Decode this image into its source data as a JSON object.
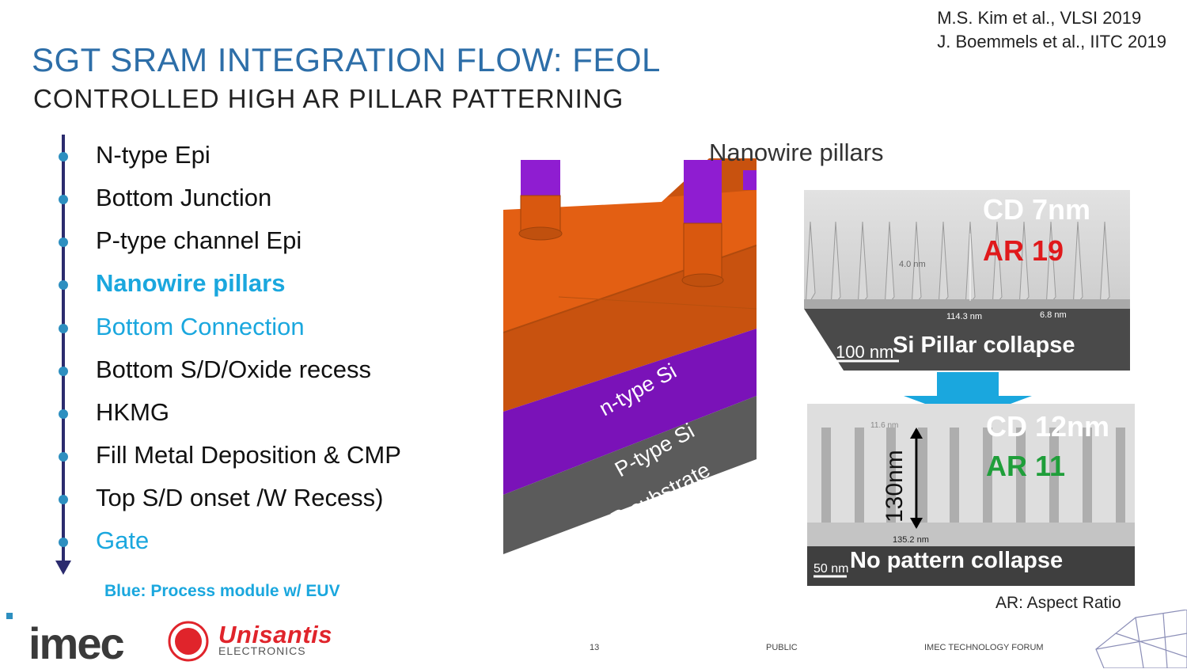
{
  "references": [
    "M.S. Kim et al.,  VLSI 2019",
    "J. Boemmels et al., IITC 2019"
  ],
  "title": "SGT SRAM INTEGRATION FLOW: FEOL",
  "subtitle": "CONTROLLED HIGH AR PILLAR PATTERNING",
  "steps": [
    {
      "label": "N-type Epi",
      "highlight": false
    },
    {
      "label": "Bottom Junction",
      "highlight": false
    },
    {
      "label": "P-type channel Epi",
      "highlight": false
    },
    {
      "label": "Nanowire pillars",
      "highlight": true
    },
    {
      "label": "Bottom Connection",
      "highlight": true
    },
    {
      "label": "Bottom S/D/Oxide recess",
      "highlight": false
    },
    {
      "label": "HKMG",
      "highlight": false
    },
    {
      "label": "Fill Metal Deposition & CMP",
      "highlight": false
    },
    {
      "label": "Top S/D onset /W Recess)",
      "highlight": false
    },
    {
      "label": "Gate",
      "highlight": true
    }
  ],
  "legend_note": "Blue: Process module w/ EUV",
  "diagram": {
    "caption": "Nanowire pillars",
    "layers": [
      "n-type Si",
      "P-type Si",
      "P-substrate"
    ],
    "colors": {
      "orange": "#e35f13",
      "purple": "#7a12b8",
      "gray": "#5b5b5b",
      "pillar": "#8f1dd1"
    }
  },
  "sem_top": {
    "cd": "CD 7nm",
    "ar": "AR 19",
    "ar_color": "#e0191b",
    "caption": "Si Pillar collapse",
    "scale": "100 nm",
    "measure_a": "4.0 nm",
    "measure_b": "114.3 nm",
    "measure_c": "6.8 nm"
  },
  "sem_bottom": {
    "cd": "CD 12nm",
    "ar": "AR 11",
    "ar_color": "#1f9e3a",
    "caption": "No pattern collapse",
    "scale": "50 nm",
    "height": "130nm",
    "measure_a": "11.6 nm",
    "measure_b": "135.2 nm"
  },
  "ar_note": "AR: Aspect Ratio",
  "logos": {
    "imec": "imec",
    "unisantis": "Unisantis",
    "electronics": "ELECTRONICS"
  },
  "footer": {
    "page": "13",
    "classification": "PUBLIC",
    "event": "IMEC TECHNOLOGY FORUM"
  },
  "accent_color": "#1aa7de"
}
